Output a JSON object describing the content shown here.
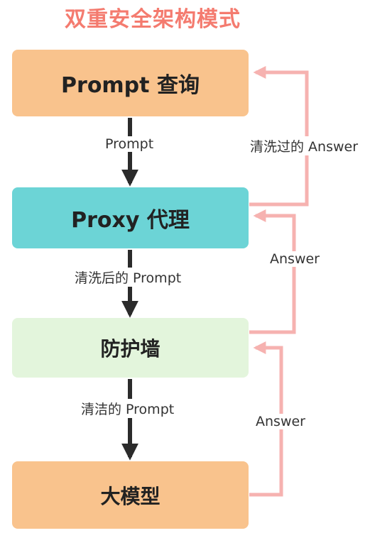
{
  "title": "双重安全架构模式",
  "colors": {
    "title": "#f47b6f",
    "prompt_box": "#f9c38d",
    "proxy_box": "#6cd4d6",
    "firewall_box": "#e3f5dc",
    "llm_box": "#f9c38d",
    "down_arrow": "#2b2b2b",
    "return_arrow": "#f6b2b0"
  },
  "nodes": {
    "prompt_query": "Prompt 查询",
    "proxy": "Proxy 代理",
    "firewall": "防护墙",
    "llm": "大模型"
  },
  "edges": {
    "prompt": "Prompt",
    "cleaned_prompt": "清洗后的 Prompt",
    "clean_prompt": "清洁的 Prompt",
    "cleaned_answer": "清洗过的 Answer",
    "answer_proxy": "Answer",
    "answer_firewall": "Answer"
  }
}
